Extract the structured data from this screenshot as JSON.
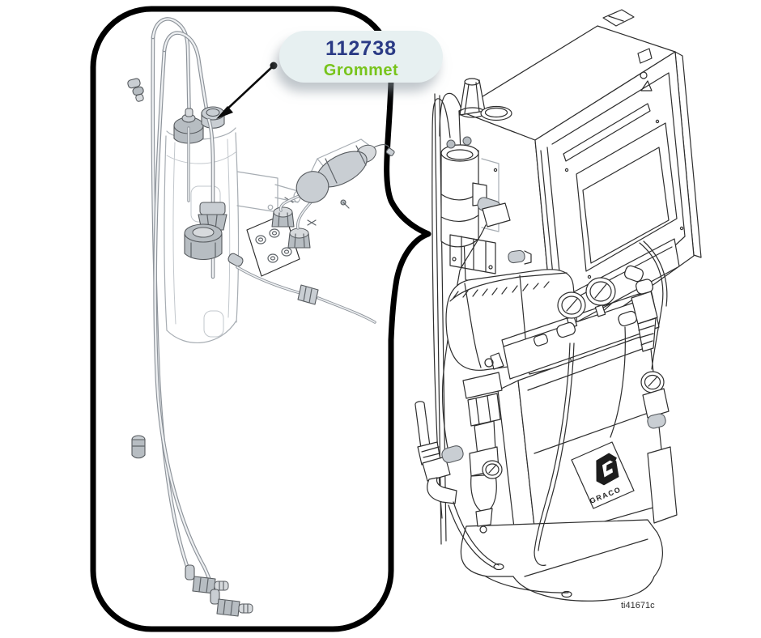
{
  "figure": {
    "type": "exploded-parts-diagram",
    "callout": {
      "part_number": "112738",
      "part_name": "Grommet"
    },
    "machine": {
      "brand_wordmark": "GRACO",
      "image_code": "ti41671c"
    },
    "colors": {
      "part_number_text": "#2a3a85",
      "part_name_text": "#78c41c",
      "callout_bubble_bg": "#e7f0f1",
      "balloon_outline": "#000000",
      "machine_line": "#2e2e2e",
      "exploded_line": "#60656a",
      "part_fill": "#c9ced3",
      "tube_color": "#8d939a"
    }
  }
}
